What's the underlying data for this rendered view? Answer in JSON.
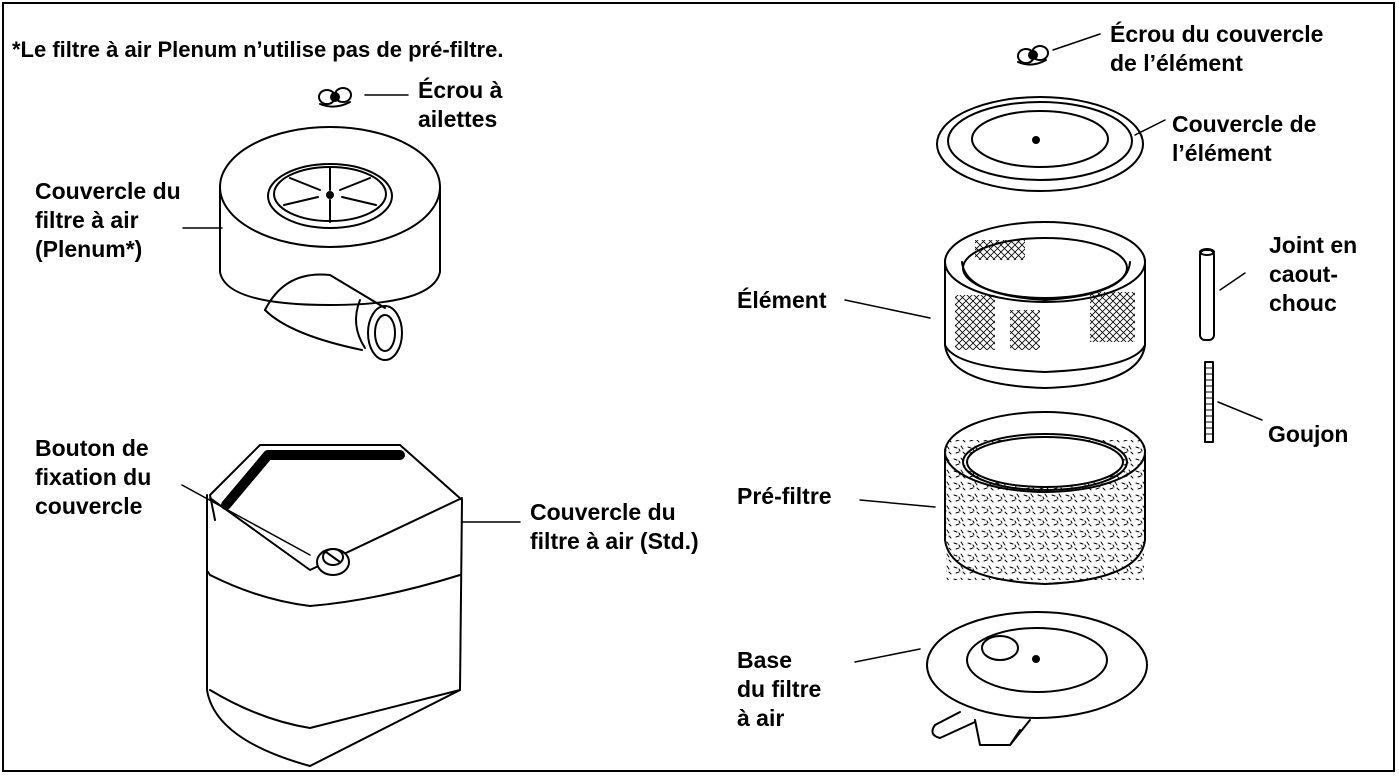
{
  "footnote": "*Le filtre à air Plenum n’utilise pas de pré-filtre.",
  "labels": {
    "wing_nut": [
      "Écrou à",
      "ailettes"
    ],
    "plenum_cover": [
      "Couvercle du",
      "filtre à air",
      "(Plenum*)"
    ],
    "knob": [
      "Bouton de",
      "fixation du",
      "couvercle"
    ],
    "std_cover": [
      "Couvercle du",
      "filtre à air (Std.)"
    ],
    "element_cover_nut": [
      "Écrou du couvercle",
      "de  l’élément"
    ],
    "element_cover": [
      "Couvercle de",
      "l’élément"
    ],
    "element": [
      "Élément"
    ],
    "rubber_seal": [
      "Joint en",
      "caout-",
      "chouc"
    ],
    "stud": [
      "Goujon"
    ],
    "prefilter": [
      "Pré-filtre"
    ],
    "base": [
      "Base",
      "du filtre",
      "à air"
    ]
  }
}
